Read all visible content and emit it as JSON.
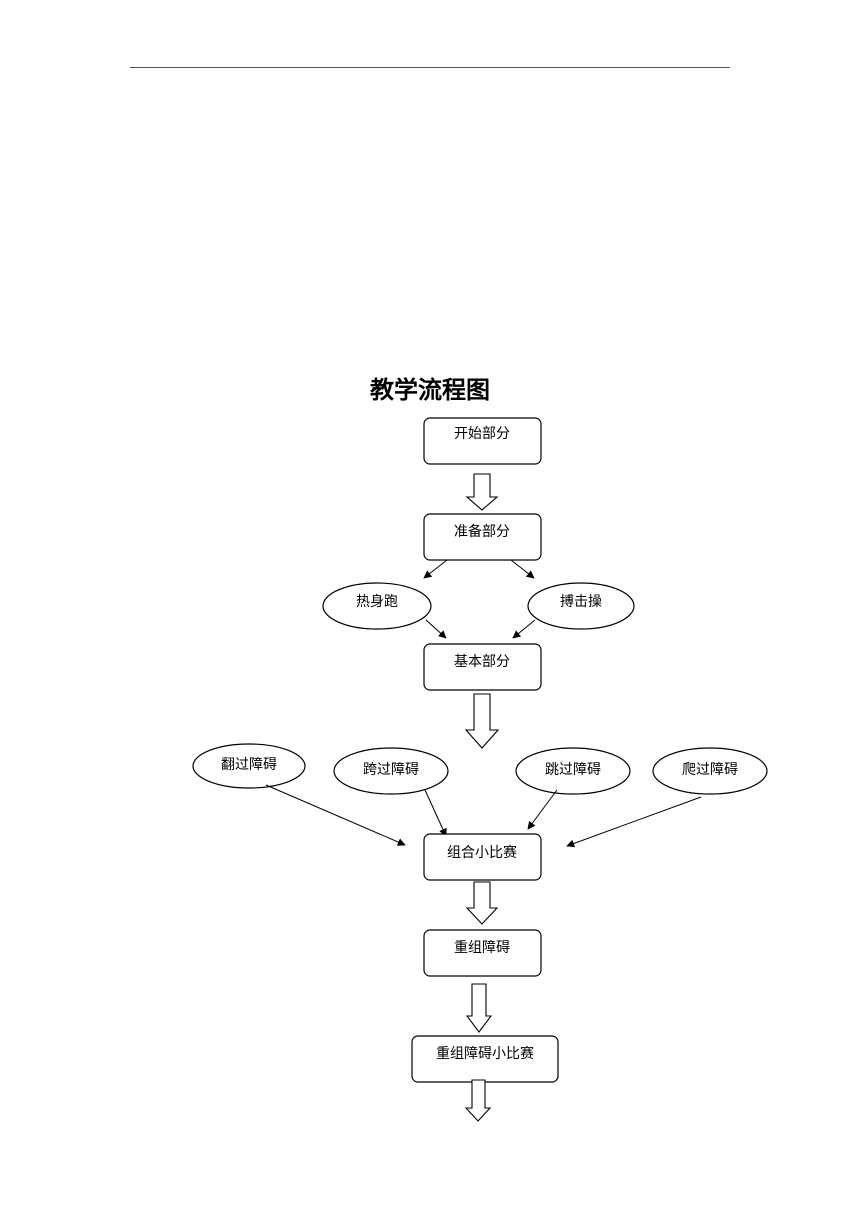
{
  "title": "教学流程图",
  "nodes": {
    "start": "开始部分",
    "prepare": "准备部分",
    "warmup_run": "热身跑",
    "boxing_exercise": "搏击操",
    "basic": "基本部分",
    "climb_over": "翻过障碍",
    "step_over": "跨过障碍",
    "jump_over": "跳过障碍",
    "crawl_over": "爬过障碍",
    "group_match": "组合小比赛",
    "rebuild": "重组障碍",
    "rebuild_match": "重组障碍小比赛"
  }
}
